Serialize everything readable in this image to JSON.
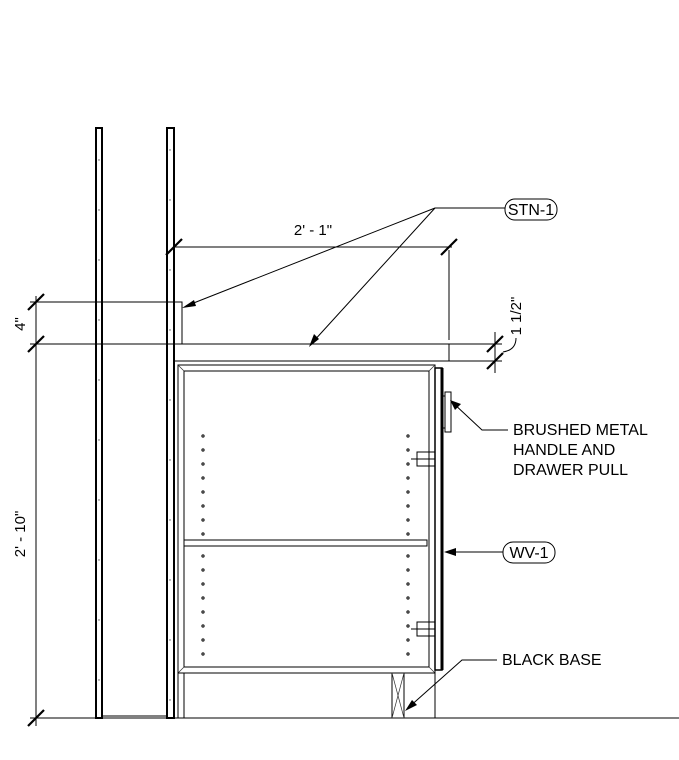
{
  "dimensions": {
    "counter_depth": "2' - 1\"",
    "backsplash_height": "4\"",
    "countertop_thickness": "1 1/2\"",
    "counter_height": "2' - 10\""
  },
  "callouts": {
    "countertop_tag": "STN-1",
    "cabinet_tag": "WV-1",
    "handle_line1": "BRUSHED METAL",
    "handle_line2": "HANDLE AND",
    "handle_line3": "DRAWER PULL",
    "base_note": "BLACK BASE"
  }
}
